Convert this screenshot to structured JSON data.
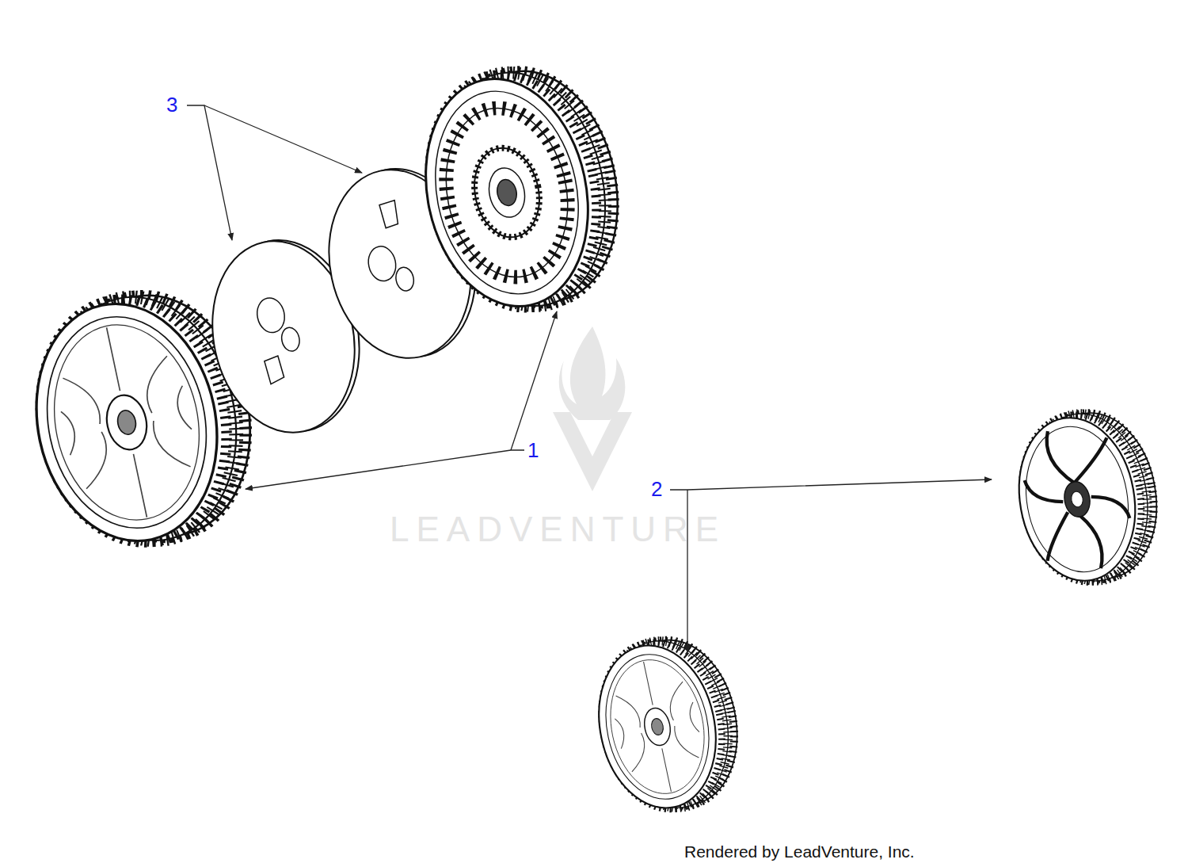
{
  "diagram": {
    "labels": [
      "3",
      "1",
      "2",
      "LEADVENTURE",
      "Rendered by LeadVenture, Inc."
    ]
  }
}
